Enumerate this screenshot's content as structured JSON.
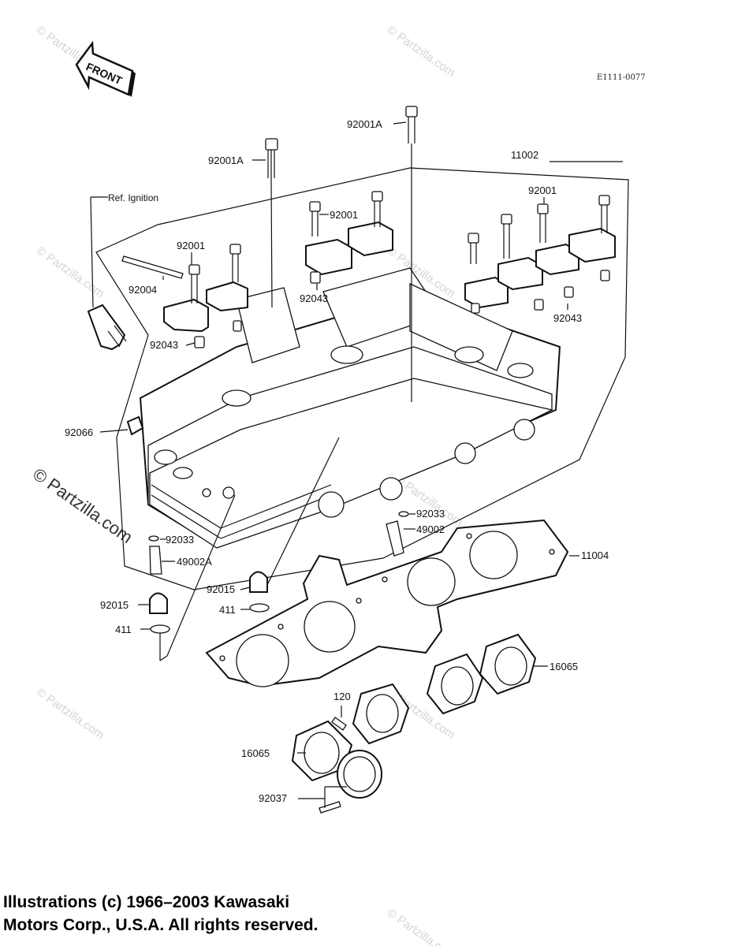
{
  "header": {
    "front_arrow_label": "FRONT",
    "drawing_code": "E1111-0077"
  },
  "watermark": {
    "text": "© Partzilla.com"
  },
  "reference": {
    "ignition": "Ref. Ignition"
  },
  "parts": {
    "p11002": "11002",
    "p11004": "11004",
    "p92001A_left": "92001A",
    "p92001A_right": "92001A",
    "p92001_a": "92001",
    "p92001_b": "92001",
    "p92001_c": "92001",
    "p92004": "92004",
    "p92043_a": "92043",
    "p92043_b": "92043",
    "p92043_c": "92043",
    "p92066": "92066",
    "p92033_left": "92033",
    "p49002A": "49002A",
    "p92015_left": "92015",
    "p411_left": "411",
    "p92015_mid": "92015",
    "p411_mid": "411",
    "p92033_right": "92033",
    "p49002": "49002",
    "p16065_right": "16065",
    "p16065_left": "16065",
    "p120": "120",
    "p92037": "92037"
  },
  "footer": {
    "line1": "Illustrations (c) 1966–2003 Kawasaki",
    "line2": "Motors Corp., U.S.A.  All rights reserved."
  }
}
